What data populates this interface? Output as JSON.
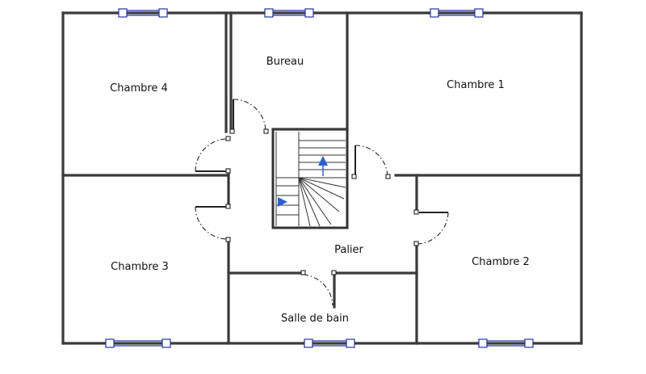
{
  "rooms": {
    "chambre4": "Chambre 4",
    "bureau": "Bureau",
    "chambre1": "Chambre 1",
    "chambre3": "Chambre 3",
    "palier": "Palier",
    "chambre2": "Chambre 2",
    "salle_de_bain": "Salle de bain"
  },
  "colors": {
    "walls": "#3a3a3a",
    "windows": "#2233aa",
    "stair_arrows": "#2a5fd6"
  }
}
